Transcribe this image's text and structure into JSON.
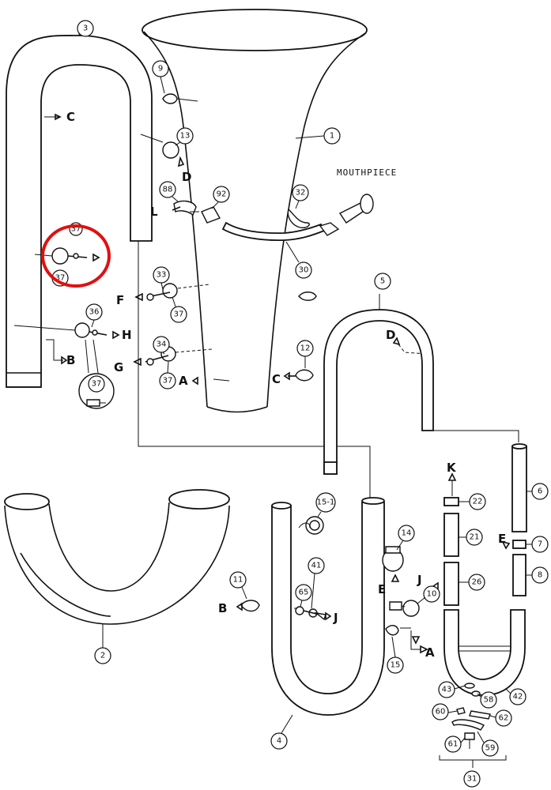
{
  "diagram": {
    "mouthpiece_label": "MOUTHPIECE",
    "callouts": [
      "1",
      "2",
      "3",
      "4",
      "5",
      "6",
      "7",
      "8",
      "9",
      "10",
      "11",
      "12",
      "13",
      "14",
      "15",
      "15-1",
      "21",
      "22",
      "26",
      "30",
      "31",
      "32",
      "33",
      "34",
      "36",
      "37",
      "37",
      "37",
      "37",
      "37",
      "41",
      "42",
      "43",
      "58",
      "59",
      "60",
      "61",
      "62",
      "65",
      "88",
      "92"
    ],
    "letters": [
      "A",
      "A",
      "B",
      "B",
      "C",
      "C",
      "D",
      "D",
      "E",
      "E",
      "F",
      "G",
      "H",
      "J",
      "J",
      "K",
      "L"
    ],
    "highlight": {
      "color": "#e01010",
      "target": "37"
    }
  }
}
